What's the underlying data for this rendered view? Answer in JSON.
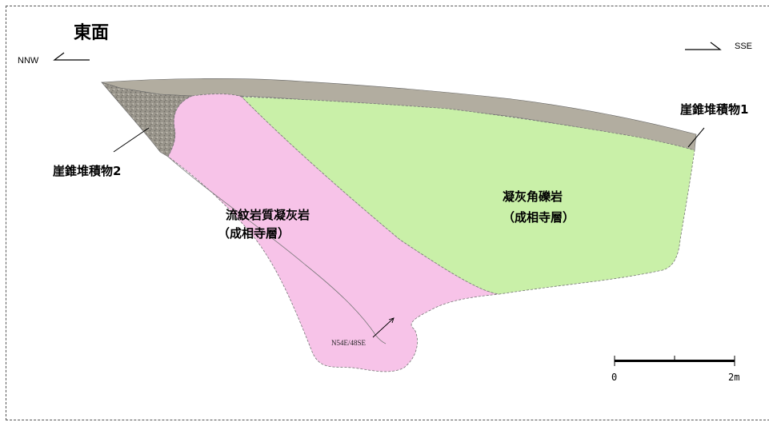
{
  "title": "東面",
  "orientation": {
    "left": "NNW",
    "right": "SSE"
  },
  "units": {
    "colluvium_top_label": "崖錐堆積物1",
    "colluvium_left_label": "崖錐堆積物2",
    "tuff_breccia_name": "凝灰角礫岩",
    "tuff_breccia_formation": "（成相寺層）",
    "rhyolitic_tuff_name": "流紋岩質凝灰岩",
    "rhyolitic_tuff_formation": "（成相寺層）"
  },
  "structure_annotation": "N54E/48SE",
  "scale_bar": {
    "start_label": "0",
    "end_label": "2m"
  },
  "colors": {
    "colluvium": "#b2ada0",
    "rhyolitic_tuff": "#f7c3e8",
    "tuff_breccia": "#c9f0a8",
    "outline": "#555555"
  }
}
